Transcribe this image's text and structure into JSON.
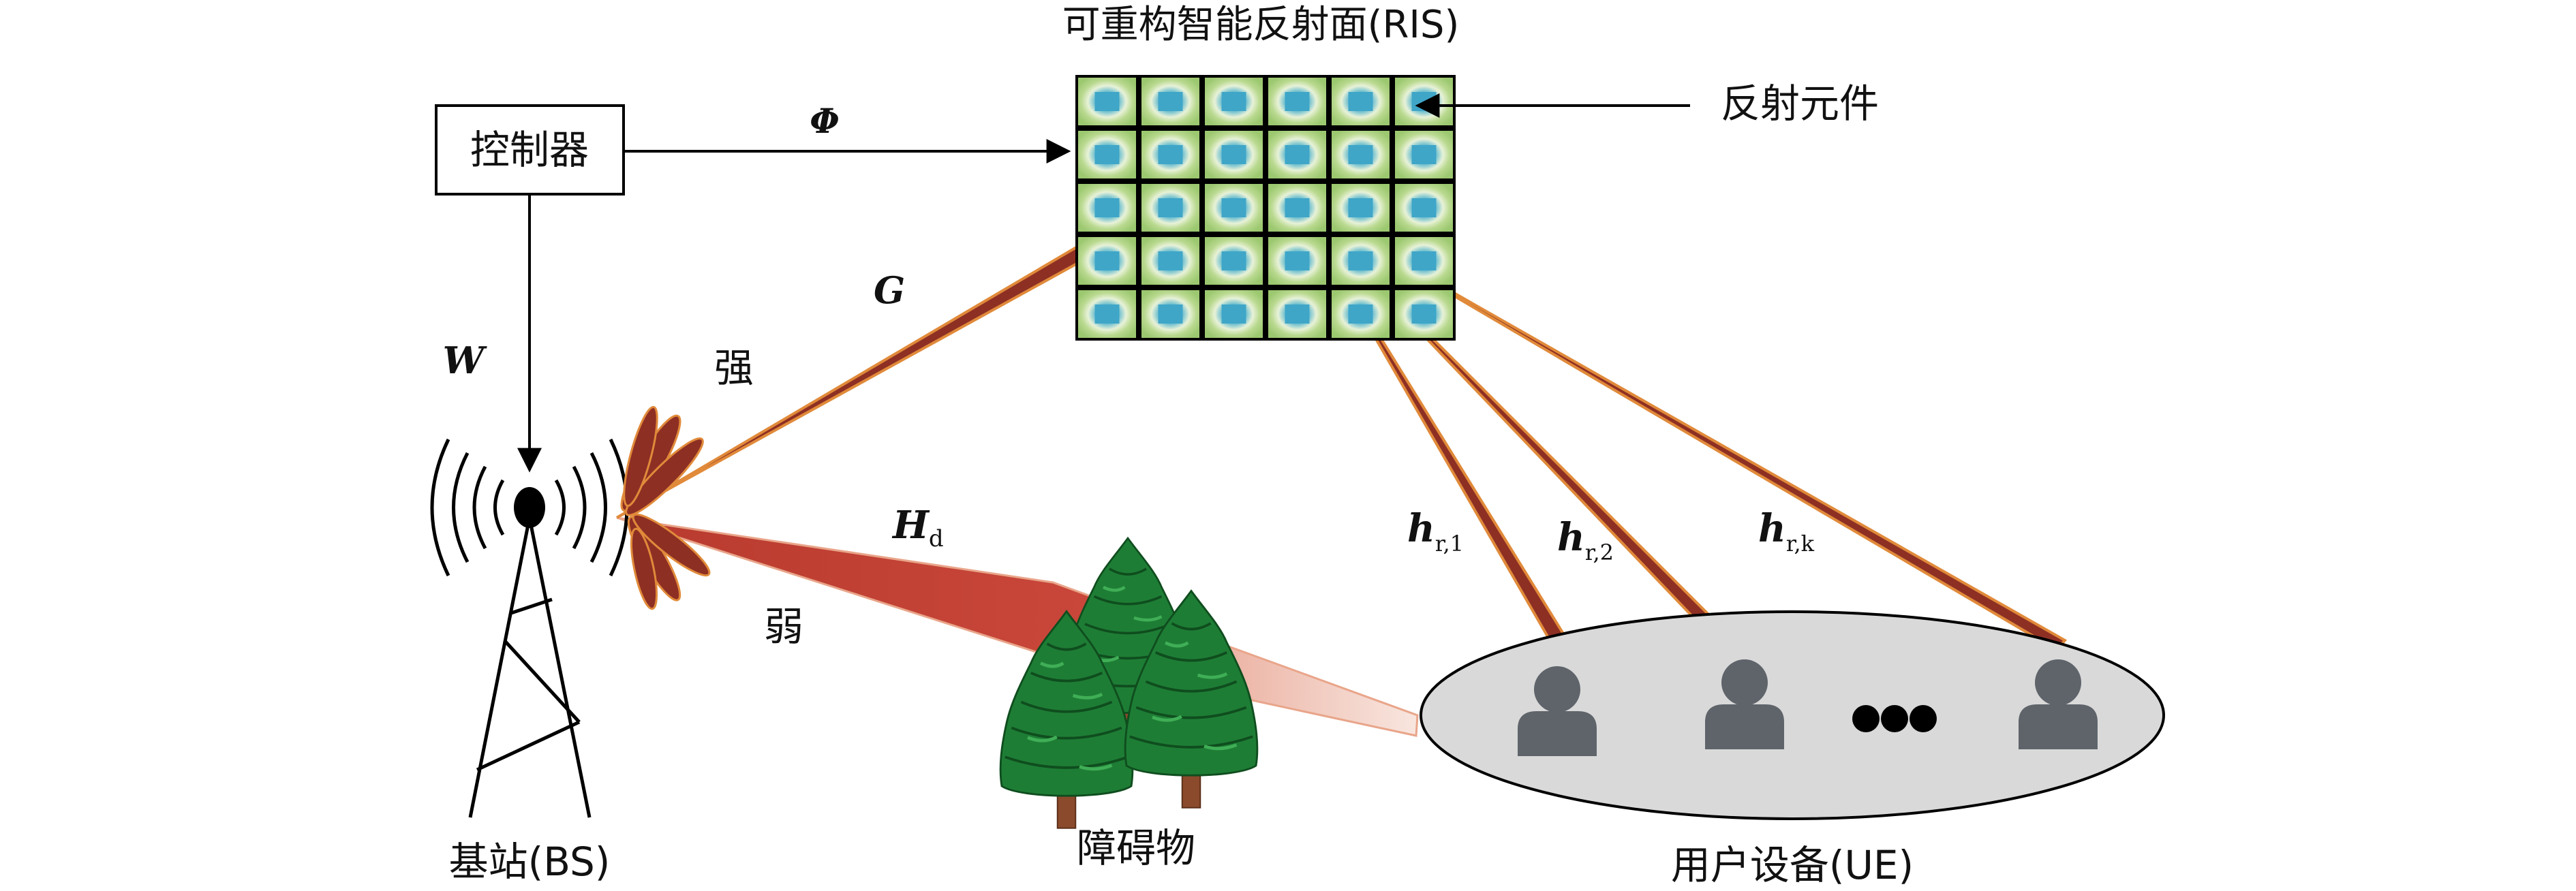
{
  "labels": {
    "ris_title": "可重构智能反射面(RIS)",
    "element": "反射元件",
    "controller": "控制器",
    "phi": "Φ",
    "g": "G",
    "w": "W",
    "strong": "强",
    "weak": "弱",
    "hd": "H",
    "hd_sub": "d",
    "h1": "h",
    "h1_sub": "r,1",
    "h2": "h",
    "h2_sub": "r,2",
    "hk": "h",
    "hk_sub": "r,k",
    "bs": "基站(BS)",
    "obstacle": "障碍物",
    "ue": "用户设备(UE)"
  },
  "colors": {
    "beam_strong": "#8e2f24",
    "beam_weak": "#c0473a",
    "beam_edge": "#e08a3a",
    "tree": "#1f7a34",
    "trunk": "#8b4a2b",
    "user": "#5f646b",
    "ue_ellipse": "#d9d9d9",
    "ris_cell": "#cfe3a8",
    "ris_inner": "#3fa6c8"
  },
  "ris": {
    "rows": 5,
    "cols": 6
  },
  "icons": [
    "controller-box",
    "base-station-tower",
    "tree-icon",
    "user-icon",
    "ellipsis-dots"
  ]
}
